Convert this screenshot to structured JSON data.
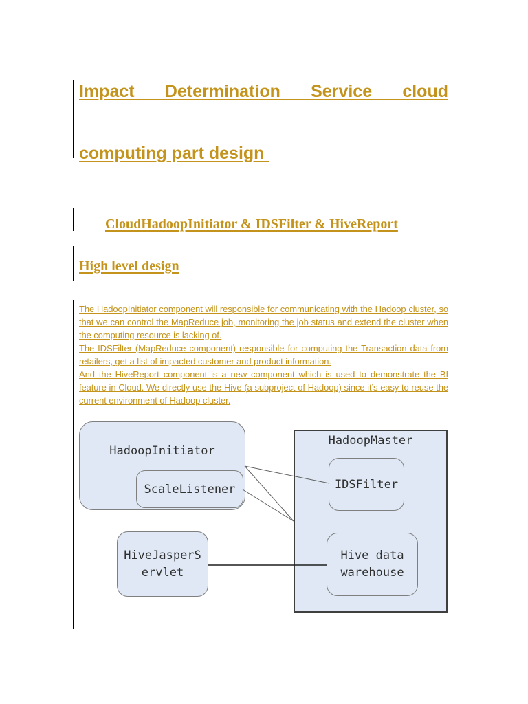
{
  "document": {
    "title": {
      "line1": "Impact Determination Service cloud",
      "line2": "computing part design "
    },
    "subtitle": "CloudHadoopInitiator & IDSFilter & HiveReport",
    "section_heading": "High level design",
    "paragraphs": [
      "The HadoopInitiator component will responsible for communicating with the Hadoop cluster, so that we can control the MapReduce job, monitoring the job status and extend the cluster when the computing resource is lacking of.",
      "The IDSFilter (MapReduce component) responsible for computing the Transaction data from retailers, get a list of impacted customer and product information.",
      "And the HiveReport component is a new component which is used to demonstrate the BI feature in Cloud. We directly use the Hive (a subproject of Hadoop) since it’s easy to reuse the current environment of Hadoop cluster."
    ]
  },
  "diagram": {
    "nodes": {
      "hadoop_initiator": {
        "label": "HadoopInitiator"
      },
      "scale_listener": {
        "label": "ScaleListener"
      },
      "hadoop_master": {
        "label": "HadoopMaster"
      },
      "ids_filter": {
        "label": "IDSFilter"
      },
      "hive_data_warehouse": {
        "line1": "Hive data",
        "line2": "warehouse"
      },
      "hive_jasper_servlet": {
        "line1": "HiveJasperS",
        "line2": "ervlet"
      }
    },
    "edges": [
      {
        "from": "HadoopInitiator",
        "to": "IDSFilter"
      },
      {
        "from": "HadoopInitiator",
        "to": "HadoopMaster"
      },
      {
        "from": "ScaleListener",
        "to": "HadoopMaster"
      },
      {
        "from": "HiveJasperServlet",
        "to": "Hive data warehouse"
      }
    ]
  },
  "colors": {
    "accent_gold": "#C4931B",
    "node_fill": "#DFE8F4",
    "node_border": "#7F7F7F",
    "master_border": "#3F3F3F",
    "connector": "#606060",
    "change_bar": "#000000"
  }
}
